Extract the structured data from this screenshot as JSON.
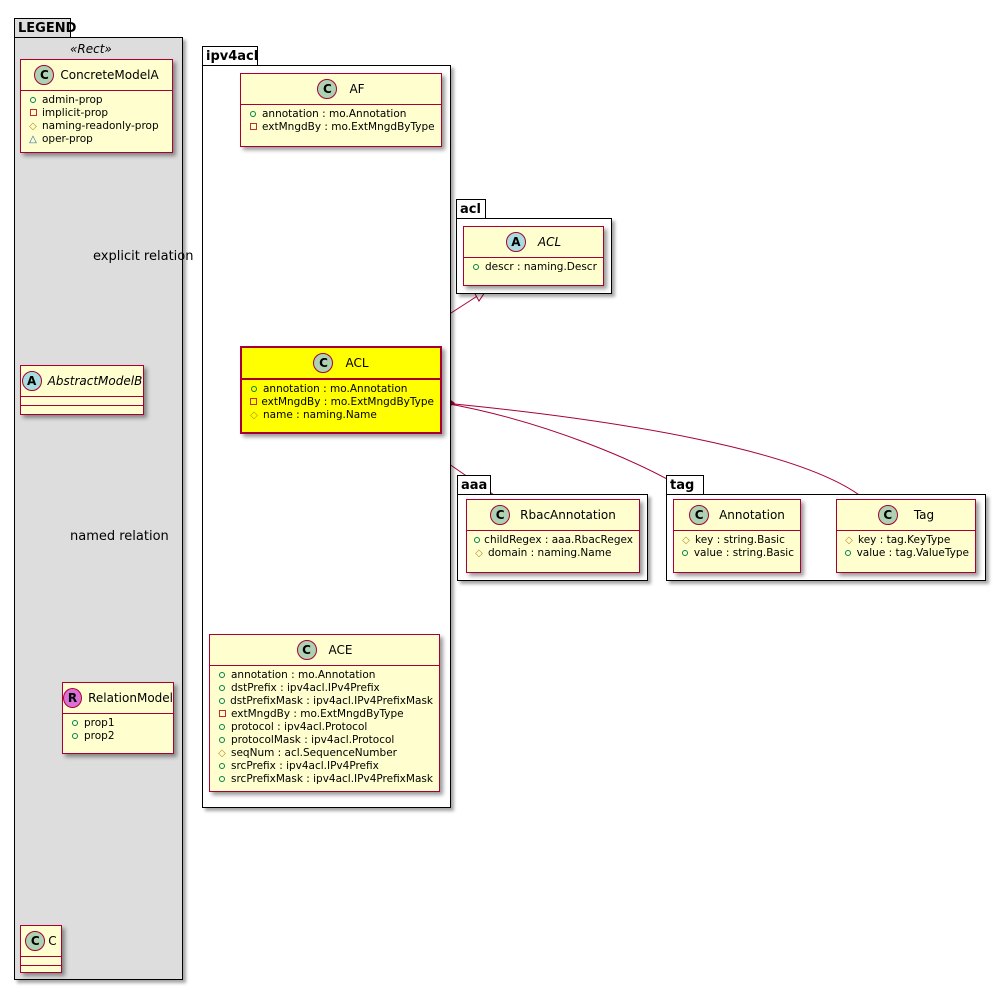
{
  "packages": {
    "legend": {
      "name": "LEGEND",
      "stereotype": "«Rect»"
    },
    "ipv4acl": {
      "name": "ipv4acl"
    },
    "acl": {
      "name": "acl"
    },
    "aaa": {
      "name": "aaa"
    },
    "tag": {
      "name": "tag"
    }
  },
  "legend": {
    "concrete_model": {
      "spot": "C",
      "name": "ConcreteModelA",
      "attrs": [
        {
          "vis": "pub",
          "text": "admin-prop"
        },
        {
          "vis": "priv",
          "text": "implicit-prop"
        },
        {
          "vis": "prot",
          "text": "naming-readonly-prop"
        },
        {
          "vis": "pkg",
          "text": "oper-prop"
        }
      ]
    },
    "abstract_model": {
      "spot": "A",
      "name": "AbstractModelB"
    },
    "relation_model": {
      "spot": "R",
      "name": "RelationModel",
      "attrs": [
        {
          "vis": "pub",
          "text": "prop1"
        },
        {
          "vis": "pub",
          "text": "prop2"
        }
      ]
    },
    "c_model": {
      "spot": "C",
      "name": "C"
    },
    "explicit_relation_label": "explicit relation",
    "named_relation_label": "named relation"
  },
  "classes": {
    "af": {
      "spot": "C",
      "name": "AF",
      "attrs": [
        {
          "vis": "pub",
          "text": "annotation : mo.Annotation"
        },
        {
          "vis": "priv",
          "text": "extMngdBy : mo.ExtMngdByType"
        }
      ]
    },
    "acl_abstract": {
      "spot": "A",
      "name": "ACL",
      "attrs": [
        {
          "vis": "pub",
          "text": "descr : naming.Descr"
        }
      ]
    },
    "acl_main": {
      "spot": "C",
      "name": "ACL",
      "attrs": [
        {
          "vis": "pub",
          "text": "annotation : mo.Annotation"
        },
        {
          "vis": "priv",
          "text": "extMngdBy : mo.ExtMngdByType"
        },
        {
          "vis": "prot",
          "text": "name : naming.Name"
        }
      ]
    },
    "ace": {
      "spot": "C",
      "name": "ACE",
      "attrs": [
        {
          "vis": "pub",
          "text": "annotation : mo.Annotation"
        },
        {
          "vis": "pub",
          "text": "dstPrefix : ipv4acl.IPv4Prefix"
        },
        {
          "vis": "pub",
          "text": "dstPrefixMask : ipv4acl.IPv4PrefixMask"
        },
        {
          "vis": "priv",
          "text": "extMngdBy : mo.ExtMngdByType"
        },
        {
          "vis": "pub",
          "text": "protocol : ipv4acl.Protocol"
        },
        {
          "vis": "pub",
          "text": "protocolMask : ipv4acl.Protocol"
        },
        {
          "vis": "prot",
          "text": "seqNum : acl.SequenceNumber"
        },
        {
          "vis": "pub",
          "text": "srcPrefix : ipv4acl.IPv4Prefix"
        },
        {
          "vis": "pub",
          "text": "srcPrefixMask : ipv4acl.IPv4PrefixMask"
        }
      ]
    },
    "rbac": {
      "spot": "C",
      "name": "RbacAnnotation",
      "attrs": [
        {
          "vis": "pub",
          "text": "childRegex : aaa.RbacRegex"
        },
        {
          "vis": "prot",
          "text": "domain : naming.Name"
        }
      ]
    },
    "annotation": {
      "spot": "C",
      "name": "Annotation",
      "attrs": [
        {
          "vis": "prot",
          "text": "key : string.Basic"
        },
        {
          "vis": "pub",
          "text": "value : string.Basic"
        }
      ]
    },
    "tag": {
      "spot": "C",
      "name": "Tag",
      "attrs": [
        {
          "vis": "prot",
          "text": "key : tag.KeyType"
        },
        {
          "vis": "pub",
          "text": "value : tag.ValueType"
        }
      ]
    }
  },
  "colors": {
    "class_fill": "#fefece",
    "class_border": "#a80036",
    "highlight_fill": "#ffff00",
    "legend_fill": "#dddddd"
  }
}
